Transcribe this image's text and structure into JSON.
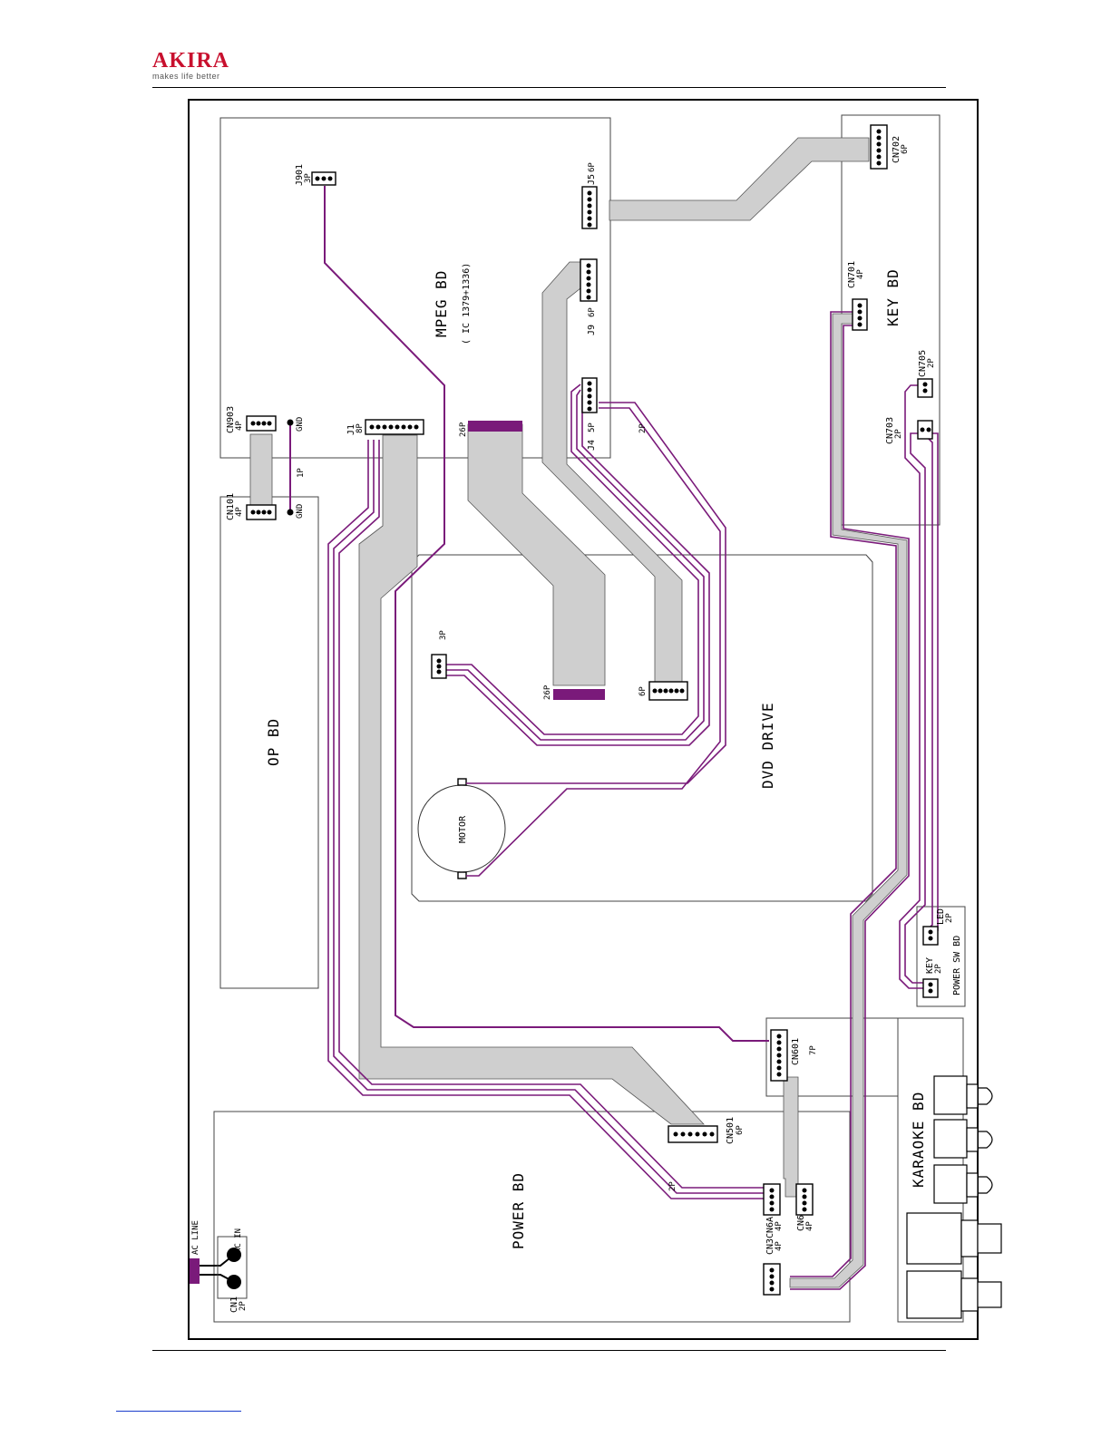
{
  "brand": {
    "name": "AKIRA",
    "tagline": "makes life better",
    "color": "#c8102e"
  },
  "boards": {
    "mpeg": "MPEG BD",
    "mpeg_ic": "( IC 1379+1336)",
    "key": "KEY BD",
    "op": "OP BD",
    "dvd": "DVD DRIVE",
    "power": "POWER BD",
    "karaoke": "KARAOKE BD",
    "power_sw": "POWER SW BD",
    "motor": "MOTOR"
  },
  "connectors": {
    "j901": "J901",
    "j901_pins": "3P",
    "cn903": "CN903",
    "cn903_pins": "4P",
    "j1": "J1",
    "j1_pins": "8P",
    "j5": "J5",
    "j5_pins": "6P",
    "j9": "J9",
    "j9_pins": "6P",
    "j4": "J4",
    "j4_pins": "5P",
    "cn702": "CN702",
    "cn702_pins": "6P",
    "cn701": "CN701",
    "cn701_pins": "4P",
    "cn705": "CN705",
    "cn705_pins": "2P",
    "cn703": "CN703",
    "cn703_pins": "2P",
    "cn101": "CN101",
    "cn101_pins": "4P",
    "cn601": "CN601",
    "cn601_pins": "7P",
    "cn501": "CN501",
    "cn501_pins": "6P",
    "cn6a": "CN6A",
    "cn6a_pins": "4P",
    "cn6": "CN6",
    "cn6_pins": "4P",
    "cn3": "CN3",
    "cn3_pins": "4P",
    "cn1": "CN1",
    "cn1_pins": "2P",
    "key_conn": "KEY",
    "key_conn_pins": "2P",
    "led_conn": "LED",
    "led_conn_pins": "2P",
    "drive_3p": "3P",
    "drive_26p": "26P",
    "drive_6p": "6P",
    "mpeg_26p": "26P"
  },
  "labels": {
    "gnd_top": "GND",
    "gnd_bottom": "GND",
    "wire_1p": "1P",
    "wire_2p_j4": "2P",
    "wire_2p_power": "2P",
    "ac_line": "AC LINE",
    "ac_in": "AC IN"
  },
  "colors": {
    "wire": "#7a1a7a",
    "ribbon": "#cfcfcf",
    "brand_red": "#c8102e"
  }
}
